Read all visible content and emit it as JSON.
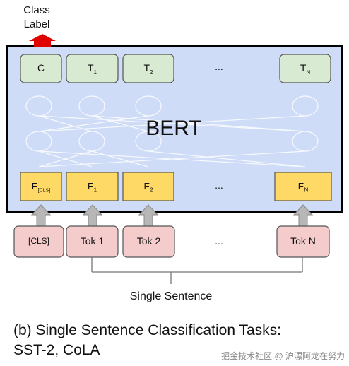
{
  "diagram": {
    "class_label_line1": "Class",
    "class_label_line2": "Label",
    "model_name": "BERT",
    "outputs": [
      "C",
      "T",
      "T",
      "...",
      "T"
    ],
    "output_subscripts": [
      "",
      "1",
      "2",
      "",
      "N"
    ],
    "embeddings": [
      "E",
      "E",
      "E",
      "...",
      "E"
    ],
    "embedding_subscripts": [
      "[CLS]",
      "1",
      "2",
      "",
      "N"
    ],
    "tokens": [
      "[CLS]",
      "Tok 1",
      "Tok 2",
      "...",
      "Tok N"
    ],
    "bracket_label": "Single Sentence"
  },
  "caption": {
    "line1": "(b) Single Sentence Classification Tasks:",
    "line2": "SST-2, CoLA"
  },
  "watermark": "掘金技术社区 @ 沪漂阿龙在努力",
  "colors": {
    "bert_box": "#cfdcf7",
    "output_box": "#d9ead3",
    "embedding_box": "#ffd966",
    "token_box": "#f4cccc",
    "arrow_red": "#e00000",
    "arrow_gray": "#b7b7b7"
  }
}
